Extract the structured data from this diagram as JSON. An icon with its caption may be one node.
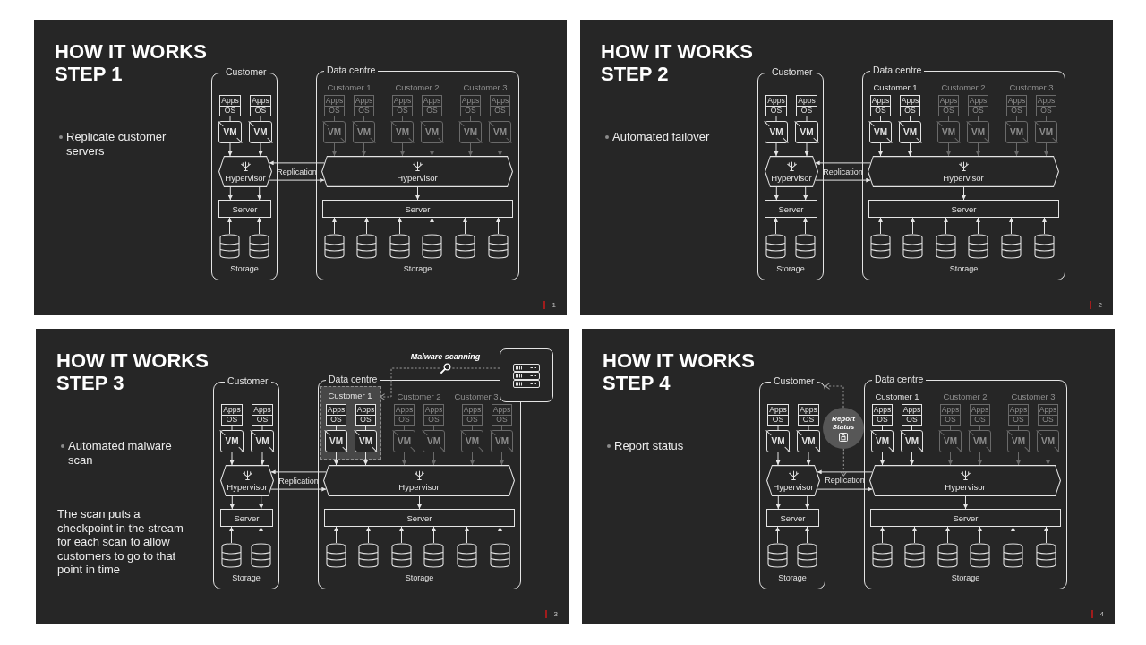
{
  "diagram": {
    "nodes": [
      {
        "text": [
          "HOW IT WORKS STEP 1",
          "Replicate customer servers",
          "1"
        ]
      },
      {
        "text": [
          "Customer",
          "Storage"
        ],
        "in": 0
      },
      {
        "text": [
          "Apps",
          "OS"
        ],
        "in": 1
      },
      {
        "text": [
          "Apps",
          "OS"
        ],
        "in": 1
      },
      {
        "text": [
          "VM"
        ],
        "in": 1
      },
      {
        "text": [
          "VM"
        ],
        "in": 1
      },
      {
        "text": [
          "Hypervisor"
        ],
        "in": 1
      },
      {
        "text": [
          "Server"
        ],
        "in": 1
      },
      {
        "text": [],
        "shape": "cylinder",
        "in": 1
      },
      {
        "text": [],
        "shape": "cylinder",
        "in": 1
      },
      {
        "text": [
          "Data centre",
          "Storage"
        ],
        "in": 0
      },
      {
        "text": [
          "Apps",
          "OS"
        ],
        "in": 10
      },
      {
        "text": [
          "Apps",
          "OS"
        ],
        "in": 10
      },
      {
        "text": [
          "Apps",
          "OS"
        ],
        "in": 10
      },
      {
        "text": [
          "Apps",
          "OS"
        ],
        "in": 10
      },
      {
        "text": [
          "Apps",
          "OS"
        ],
        "in": 10
      },
      {
        "text": [
          "Apps",
          "OS"
        ],
        "in": 10
      },
      {
        "text": [
          "VM"
        ],
        "in": 10
      },
      {
        "text": [
          "VM"
        ],
        "in": 10
      },
      {
        "text": [
          "VM"
        ],
        "in": 10
      },
      {
        "text": [
          "VM"
        ],
        "in": 10
      },
      {
        "text": [
          "VM"
        ],
        "in": 10
      },
      {
        "text": [
          "VM"
        ],
        "in": 10
      },
      {
        "text": [
          "Hypervisor"
        ],
        "in": 10
      },
      {
        "text": [
          "Server"
        ],
        "in": 10
      },
      {
        "text": [],
        "shape": "cylinder",
        "in": 10
      },
      {
        "text": [],
        "shape": "cylinder",
        "in": 10
      },
      {
        "text": [],
        "shape": "cylinder",
        "in": 10
      },
      {
        "text": [],
        "shape": "cylinder",
        "in": 10
      },
      {
        "text": [],
        "shape": "cylinder",
        "in": 10
      },
      {
        "text": [],
        "shape": "cylinder",
        "in": 10
      },
      {
        "text": [
          "HOW IT WORKS STEP 2",
          "Automated failover",
          "2"
        ]
      },
      {
        "text": [
          "Customer",
          "Storage"
        ],
        "in": 31
      },
      {
        "text": [
          "Apps",
          "OS"
        ],
        "in": 32
      },
      {
        "text": [
          "Apps",
          "OS"
        ],
        "in": 32
      },
      {
        "text": [
          "VM"
        ],
        "in": 32
      },
      {
        "text": [
          "VM"
        ],
        "in": 32
      },
      {
        "text": [
          "Hypervisor"
        ],
        "in": 32
      },
      {
        "text": [
          "Server"
        ],
        "in": 32
      },
      {
        "text": [],
        "shape": "cylinder",
        "in": 32
      },
      {
        "text": [],
        "shape": "cylinder",
        "in": 32
      },
      {
        "text": [
          "Data centre",
          "Storage"
        ],
        "in": 31
      },
      {
        "text": [
          "Apps",
          "OS"
        ],
        "in": 41
      },
      {
        "text": [
          "Apps",
          "OS"
        ],
        "in": 41
      },
      {
        "text": [
          "Apps",
          "OS"
        ],
        "in": 41
      },
      {
        "text": [
          "Apps",
          "OS"
        ],
        "in": 41
      },
      {
        "text": [
          "Apps",
          "OS"
        ],
        "in": 41
      },
      {
        "text": [
          "Apps",
          "OS"
        ],
        "in": 41
      },
      {
        "text": [
          "VM"
        ],
        "in": 41
      },
      {
        "text": [
          "VM"
        ],
        "in": 41
      },
      {
        "text": [
          "VM"
        ],
        "in": 41
      },
      {
        "text": [
          "VM"
        ],
        "in": 41
      },
      {
        "text": [
          "VM"
        ],
        "in": 41
      },
      {
        "text": [
          "VM"
        ],
        "in": 41
      },
      {
        "text": [
          "Hypervisor"
        ],
        "in": 41
      },
      {
        "text": [
          "Server"
        ],
        "in": 41
      },
      {
        "text": [],
        "shape": "cylinder",
        "in": 41
      },
      {
        "text": [],
        "shape": "cylinder",
        "in": 41
      },
      {
        "text": [],
        "shape": "cylinder",
        "in": 41
      },
      {
        "text": [],
        "shape": "cylinder",
        "in": 41
      },
      {
        "text": [],
        "shape": "cylinder",
        "in": 41
      },
      {
        "text": [],
        "shape": "cylinder",
        "in": 41
      },
      {
        "text": [
          "HOW IT WORKS STEP 3",
          "Automated malware scan",
          "The scan puts a checkpoint in the stream for each scan to allow customers to go to that point in time",
          "3"
        ]
      },
      {
        "text": [
          "Customer",
          "Storage"
        ],
        "in": 62
      },
      {
        "text": [
          "Apps",
          "OS"
        ],
        "in": 63
      },
      {
        "text": [
          "Apps",
          "OS"
        ],
        "in": 63
      },
      {
        "text": [
          "VM"
        ],
        "in": 63
      },
      {
        "text": [
          "VM"
        ],
        "in": 63
      },
      {
        "text": [
          "Hypervisor"
        ],
        "in": 63
      },
      {
        "text": [
          "Server"
        ],
        "in": 63
      },
      {
        "text": [],
        "shape": "cylinder",
        "in": 63
      },
      {
        "text": [],
        "shape": "cylinder",
        "in": 63
      },
      {
        "text": [
          "Data centre",
          "Storage"
        ],
        "in": 62
      },
      {
        "text": [
          "Customer 1"
        ],
        "in": 72
      },
      {
        "text": [
          "Apps",
          "OS"
        ],
        "in": 73
      },
      {
        "text": [
          "Apps",
          "OS"
        ],
        "in": 73
      },
      {
        "text": [
          "Apps",
          "OS"
        ],
        "in": 72
      },
      {
        "text": [
          "Apps",
          "OS"
        ],
        "in": 72
      },
      {
        "text": [
          "Apps",
          "OS"
        ],
        "in": 72
      },
      {
        "text": [
          "Apps",
          "OS"
        ],
        "in": 72
      },
      {
        "text": [
          "VM"
        ],
        "in": 73
      },
      {
        "text": [
          "VM"
        ],
        "in": 73
      },
      {
        "text": [
          "VM"
        ],
        "in": 72
      },
      {
        "text": [
          "VM"
        ],
        "in": 72
      },
      {
        "text": [
          "VM"
        ],
        "in": 72
      },
      {
        "text": [
          "VM"
        ],
        "in": 72
      },
      {
        "text": [
          "Hypervisor"
        ],
        "in": 72
      },
      {
        "text": [
          "Server"
        ],
        "in": 72
      },
      {
        "text": [],
        "shape": "cylinder",
        "in": 72
      },
      {
        "text": [],
        "shape": "cylinder",
        "in": 72
      },
      {
        "text": [],
        "shape": "cylinder",
        "in": 72
      },
      {
        "text": [],
        "shape": "cylinder",
        "in": 72
      },
      {
        "text": [],
        "shape": "cylinder",
        "in": 72
      },
      {
        "text": [],
        "shape": "cylinder",
        "in": 72
      },
      {
        "text": [],
        "shape": "box",
        "in": 62
      },
      {
        "text": [
          "HOW IT WORKS STEP 4",
          "Report status",
          "4"
        ]
      },
      {
        "text": [
          "Customer",
          "Storage"
        ],
        "in": 95
      },
      {
        "text": [
          "Apps",
          "OS"
        ],
        "in": 96
      },
      {
        "text": [
          "Apps",
          "OS"
        ],
        "in": 96
      },
      {
        "text": [
          "VM"
        ],
        "in": 96
      },
      {
        "text": [
          "VM"
        ],
        "in": 96
      },
      {
        "text": [
          "Hypervisor"
        ],
        "in": 96
      },
      {
        "text": [
          "Server"
        ],
        "in": 96
      },
      {
        "text": [],
        "shape": "cylinder",
        "in": 96
      },
      {
        "text": [],
        "shape": "cylinder",
        "in": 96
      },
      {
        "text": [
          "Data centre",
          "Storage"
        ],
        "in": 95
      },
      {
        "text": [
          "Apps",
          "OS"
        ],
        "in": 105
      },
      {
        "text": [
          "Apps",
          "OS"
        ],
        "in": 105
      },
      {
        "text": [
          "Apps",
          "OS"
        ],
        "in": 105
      },
      {
        "text": [
          "Apps",
          "OS"
        ],
        "in": 105
      },
      {
        "text": [
          "Apps",
          "OS"
        ],
        "in": 105
      },
      {
        "text": [
          "Apps",
          "OS"
        ],
        "in": 105
      },
      {
        "text": [
          "VM"
        ],
        "in": 105
      },
      {
        "text": [
          "VM"
        ],
        "in": 105
      },
      {
        "text": [
          "VM"
        ],
        "in": 105
      },
      {
        "text": [
          "VM"
        ],
        "in": 105
      },
      {
        "text": [
          "VM"
        ],
        "in": 105
      },
      {
        "text": [
          "VM"
        ],
        "in": 105
      },
      {
        "text": [
          "Hypervisor"
        ],
        "in": 105
      },
      {
        "text": [
          "Server"
        ],
        "in": 105
      },
      {
        "text": [],
        "shape": "cylinder",
        "in": 105
      },
      {
        "text": [],
        "shape": "cylinder",
        "in": 105
      },
      {
        "text": [],
        "shape": "cylinder",
        "in": 105
      },
      {
        "text": [],
        "shape": "cylinder",
        "in": 105
      },
      {
        "text": [],
        "shape": "cylinder",
        "in": 105
      },
      {
        "text": [],
        "shape": "cylinder",
        "in": 105
      },
      {
        "text": [
          "Report Status"
        ],
        "in": 95
      },
      {
        "text": [
          "Replication"
        ],
        "in": 95
      }
    ],
    "edges": [
      {
        "from": 2,
        "to": 4,
        "arrow": "none"
      },
      {
        "from": 3,
        "to": 5,
        "arrow": "none"
      },
      {
        "from": 4,
        "to": 6,
        "arrow": "to"
      },
      {
        "from": 5,
        "to": 6,
        "arrow": "to"
      },
      {
        "from": 6,
        "to": 7,
        "arrow": "to"
      },
      {
        "from": 6,
        "to": 7,
        "arrow": "to"
      },
      {
        "from": 8,
        "to": 7,
        "arrow": "to"
      },
      {
        "from": 9,
        "to": 7,
        "arrow": "to"
      },
      {
        "from": 23,
        "to": 6,
        "arrow": "to"
      },
      {
        "from": 6,
        "to": 23,
        "arrow": "to"
      },
      {
        "from": 11,
        "to": 17,
        "arrow": "none",
        "color": "#6a6a6a"
      },
      {
        "from": 12,
        "to": 18,
        "arrow": "none",
        "color": "#6a6a6a"
      },
      {
        "from": 13,
        "to": 19,
        "arrow": "none",
        "color": "#6a6a6a"
      },
      {
        "from": 14,
        "to": 20,
        "arrow": "none",
        "color": "#6a6a6a"
      },
      {
        "from": 15,
        "to": 21,
        "arrow": "none",
        "color": "#6a6a6a"
      },
      {
        "from": 16,
        "to": 22,
        "arrow": "none",
        "color": "#6a6a6a"
      },
      {
        "from": 17,
        "to": 23,
        "arrow": "to",
        "color": "#6a6a6a"
      },
      {
        "from": 18,
        "to": 23,
        "arrow": "to",
        "color": "#6a6a6a"
      },
      {
        "from": 19,
        "to": 23,
        "arrow": "to",
        "color": "#6a6a6a"
      },
      {
        "from": 20,
        "to": 23,
        "arrow": "to",
        "color": "#6a6a6a"
      },
      {
        "from": 21,
        "to": 23,
        "arrow": "to",
        "color": "#6a6a6a"
      },
      {
        "from": 22,
        "to": 23,
        "arrow": "to",
        "color": "#6a6a6a"
      },
      {
        "from": 23,
        "to": 24,
        "arrow": "to"
      },
      {
        "from": 25,
        "to": 24,
        "arrow": "to"
      },
      {
        "from": 26,
        "to": 24,
        "arrow": "to"
      },
      {
        "from": 27,
        "to": 24,
        "arrow": "to"
      },
      {
        "from": 28,
        "to": 24,
        "arrow": "to"
      },
      {
        "from": 29,
        "to": 24,
        "arrow": "to"
      },
      {
        "from": 30,
        "to": 24,
        "arrow": "to"
      },
      {
        "from": 33,
        "to": 35,
        "arrow": "none"
      },
      {
        "from": 34,
        "to": 36,
        "arrow": "none"
      },
      {
        "from": 35,
        "to": 37,
        "arrow": "to"
      },
      {
        "from": 36,
        "to": 37,
        "arrow": "to"
      },
      {
        "from": 37,
        "to": 38,
        "arrow": "to"
      },
      {
        "from": 37,
        "to": 38,
        "arrow": "to"
      },
      {
        "from": 39,
        "to": 38,
        "arrow": "to"
      },
      {
        "from": 40,
        "to": 38,
        "arrow": "to"
      },
      {
        "from": 54,
        "to": 37,
        "arrow": "to"
      },
      {
        "from": 37,
        "to": 54,
        "arrow": "to"
      },
      {
        "from": 42,
        "to": 48,
        "arrow": "none"
      },
      {
        "from": 43,
        "to": 49,
        "arrow": "none"
      },
      {
        "from": 44,
        "to": 50,
        "arrow": "none",
        "color": "#6a6a6a"
      },
      {
        "from": 45,
        "to": 51,
        "arrow": "none",
        "color": "#6a6a6a"
      },
      {
        "from": 46,
        "to": 52,
        "arrow": "none",
        "color": "#6a6a6a"
      },
      {
        "from": 47,
        "to": 53,
        "arrow": "none",
        "color": "#6a6a6a"
      },
      {
        "from": 48,
        "to": 54,
        "arrow": "to"
      },
      {
        "from": 49,
        "to": 54,
        "arrow": "to"
      },
      {
        "from": 50,
        "to": 54,
        "arrow": "to",
        "color": "#6a6a6a"
      },
      {
        "from": 51,
        "to": 54,
        "arrow": "to",
        "color": "#6a6a6a"
      },
      {
        "from": 52,
        "to": 54,
        "arrow": "to",
        "color": "#6a6a6a"
      },
      {
        "from": 53,
        "to": 54,
        "arrow": "to",
        "color": "#6a6a6a"
      },
      {
        "from": 54,
        "to": 55,
        "arrow": "to"
      },
      {
        "from": 56,
        "to": 55,
        "arrow": "to"
      },
      {
        "from": 57,
        "to": 55,
        "arrow": "to"
      },
      {
        "from": 58,
        "to": 55,
        "arrow": "to"
      },
      {
        "from": 59,
        "to": 55,
        "arrow": "to"
      },
      {
        "from": 60,
        "to": 55,
        "arrow": "to"
      },
      {
        "from": 61,
        "to": 55,
        "arrow": "to"
      },
      {
        "from": 64,
        "to": 66,
        "arrow": "none"
      },
      {
        "from": 65,
        "to": 67,
        "arrow": "none"
      },
      {
        "from": 66,
        "to": 68,
        "arrow": "to"
      },
      {
        "from": 67,
        "to": 68,
        "arrow": "to"
      },
      {
        "from": 68,
        "to": 69,
        "arrow": "to"
      },
      {
        "from": 68,
        "to": 69,
        "arrow": "to"
      },
      {
        "from": 70,
        "to": 69,
        "arrow": "to"
      },
      {
        "from": 71,
        "to": 69,
        "arrow": "to"
      },
      {
        "from": 86,
        "to": 68,
        "arrow": "to"
      },
      {
        "from": 68,
        "to": 86,
        "arrow": "to"
      },
      {
        "from": 74,
        "to": 80,
        "arrow": "none"
      },
      {
        "from": 75,
        "to": 81,
        "arrow": "none"
      },
      {
        "from": 76,
        "to": 82,
        "arrow": "none",
        "color": "#6a6a6a"
      },
      {
        "from": 77,
        "to": 83,
        "arrow": "none",
        "color": "#6a6a6a"
      },
      {
        "from": 78,
        "to": 84,
        "arrow": "none",
        "color": "#6a6a6a"
      },
      {
        "from": 79,
        "to": 85,
        "arrow": "none",
        "color": "#6a6a6a"
      },
      {
        "from": 80,
        "to": 86,
        "arrow": "to"
      },
      {
        "from": 81,
        "to": 86,
        "arrow": "to"
      },
      {
        "from": 82,
        "to": 86,
        "arrow": "to",
        "color": "#6a6a6a"
      },
      {
        "from": 83,
        "to": 86,
        "arrow": "to",
        "color": "#6a6a6a"
      },
      {
        "from": 84,
        "to": 86,
        "arrow": "to",
        "color": "#6a6a6a"
      },
      {
        "from": 85,
        "to": 86,
        "arrow": "to",
        "color": "#6a6a6a"
      },
      {
        "from": 86,
        "to": 87,
        "arrow": "to"
      },
      {
        "from": 88,
        "to": 87,
        "arrow": "to"
      },
      {
        "from": 89,
        "to": 87,
        "arrow": "to"
      },
      {
        "from": 90,
        "to": 87,
        "arrow": "to"
      },
      {
        "from": 91,
        "to": 87,
        "arrow": "to"
      },
      {
        "from": 92,
        "to": 87,
        "arrow": "to"
      },
      {
        "from": 93,
        "to": 87,
        "arrow": "to"
      },
      {
        "from": 94,
        "to": 73,
        "arrow": "to",
        "label": "Malware scanning",
        "style": "dashed",
        "color": "#999999"
      },
      {
        "from": 97,
        "to": 99,
        "arrow": "none"
      },
      {
        "from": 98,
        "to": 100,
        "arrow": "none"
      },
      {
        "from": 99,
        "to": 101,
        "arrow": "to"
      },
      {
        "from": 100,
        "to": 101,
        "arrow": "to"
      },
      {
        "from": 101,
        "to": 102,
        "arrow": "to"
      },
      {
        "from": 101,
        "to": 102,
        "arrow": "to"
      },
      {
        "from": 103,
        "to": 102,
        "arrow": "to"
      },
      {
        "from": 104,
        "to": 102,
        "arrow": "to"
      },
      {
        "from": 118,
        "to": 101,
        "arrow": "to"
      },
      {
        "from": 101,
        "to": 118,
        "arrow": "to"
      },
      {
        "from": 106,
        "to": 112,
        "arrow": "none"
      },
      {
        "from": 107,
        "to": 113,
        "arrow": "none"
      },
      {
        "from": 108,
        "to": 114,
        "arrow": "none",
        "color": "#6a6a6a"
      },
      {
        "from": 109,
        "to": 115,
        "arrow": "none",
        "color": "#6a6a6a"
      },
      {
        "from": 110,
        "to": 116,
        "arrow": "none",
        "color": "#6a6a6a"
      },
      {
        "from": 111,
        "to": 117,
        "arrow": "none",
        "color": "#6a6a6a"
      },
      {
        "from": 112,
        "to": 118,
        "arrow": "to"
      },
      {
        "from": 113,
        "to": 118,
        "arrow": "to"
      },
      {
        "from": 114,
        "to": 118,
        "arrow": "to",
        "color": "#6a6a6a"
      },
      {
        "from": 115,
        "to": 118,
        "arrow": "to",
        "color": "#6a6a6a"
      },
      {
        "from": 116,
        "to": 118,
        "arrow": "to",
        "color": "#6a6a6a"
      },
      {
        "from": 117,
        "to": 118,
        "arrow": "to",
        "color": "#6a6a6a"
      },
      {
        "from": 118,
        "to": 119,
        "arrow": "to"
      },
      {
        "from": 120,
        "to": 119,
        "arrow": "to"
      },
      {
        "from": 121,
        "to": 119,
        "arrow": "to"
      },
      {
        "from": 122,
        "to": 119,
        "arrow": "to"
      },
      {
        "from": 123,
        "to": 119,
        "arrow": "to"
      },
      {
        "from": 124,
        "to": 119,
        "arrow": "to"
      },
      {
        "from": 125,
        "to": 119,
        "arrow": "to"
      },
      {
        "from": 126,
        "to": 96,
        "arrow": "to",
        "style": "dashed",
        "color": "#999999"
      },
      {
        "from": 126,
        "to": 127,
        "arrow": "to",
        "style": "dashed",
        "color": "#999999"
      }
    ],
    "labels": [
      "Customer 1",
      "Customer 2",
      "Customer 3",
      "Replication",
      "Customer 1",
      "Customer 2",
      "Customer 3",
      "Replication",
      "Customer 2",
      "Customer 3",
      "Replication",
      "Customer 1",
      "Customer 2",
      "Customer 3"
    ]
  }
}
